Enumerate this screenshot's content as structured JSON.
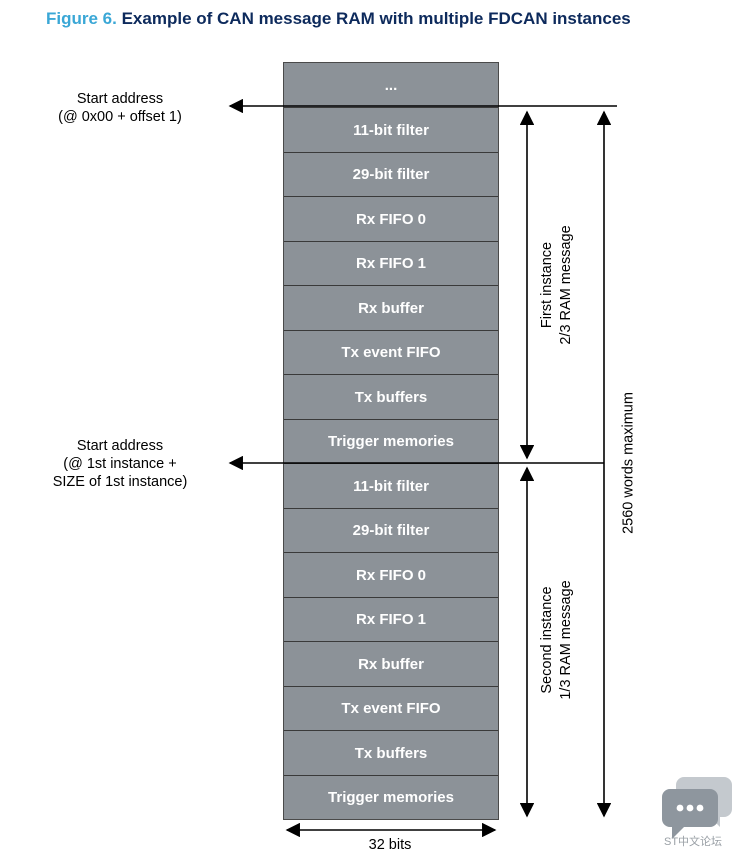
{
  "figure": {
    "number": "Figure 6.",
    "title": "Example of CAN message RAM with multiple FDCAN instances"
  },
  "ram_rows": [
    "...",
    "11-bit filter",
    "29-bit filter",
    "Rx FIFO 0",
    "Rx FIFO 1",
    "Rx buffer",
    "Tx event FIFO",
    "Tx buffers",
    "Trigger memories",
    "11-bit filter",
    "29-bit filter",
    "Rx FIFO 0",
    "Rx FIFO 1",
    "Rx buffer",
    "Tx event FIFO",
    "Tx buffers",
    "Trigger memories"
  ],
  "labels": {
    "start1_line1": "Start address",
    "start1_line2": "(@ 0x00 + offset 1)",
    "start2_line1": "Start address",
    "start2_line2": "(@ 1st instance +",
    "start2_line3": "SIZE of 1st instance)",
    "first_line1": "First instance",
    "first_line2": "2/3 RAM message",
    "second_line1": "Second instance",
    "second_line2": "1/3 RAM message",
    "max_words": "2560 words maximum",
    "width": "32 bits"
  },
  "watermark": {
    "text": "ST中文论坛",
    "icon": "chat-bubbles-icon"
  },
  "colors": {
    "row_fill": "#8c9298",
    "title_accent": "#3aa7d6",
    "title_text": "#0d2a5c"
  }
}
